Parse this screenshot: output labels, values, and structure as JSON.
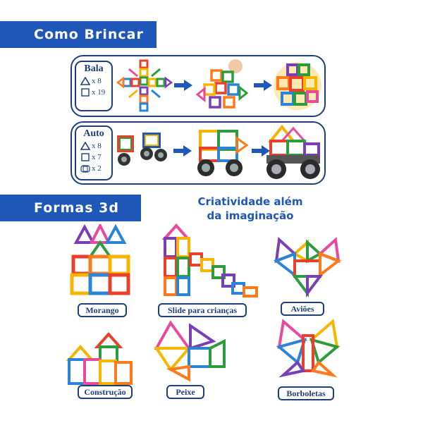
{
  "sections": {
    "how_to_play": "Como Brincar",
    "shapes_3d": "Formas 3d"
  },
  "tagline": {
    "line1": "Criatividade além",
    "line2": "da imaginação"
  },
  "recipes": [
    {
      "title": "Bala",
      "items": [
        {
          "shape": "triangle",
          "qty": "x 8"
        },
        {
          "shape": "square",
          "qty": "x 19"
        }
      ]
    },
    {
      "title": "Auto",
      "items": [
        {
          "shape": "triangle",
          "qty": "x 8"
        },
        {
          "shape": "square",
          "qty": "x 7"
        },
        {
          "shape": "wheel",
          "qty": "x 2"
        }
      ]
    }
  ],
  "models": [
    {
      "label": "Morango"
    },
    {
      "label": "Slide para crianças"
    },
    {
      "label": "Aviões"
    },
    {
      "label": "Construção"
    },
    {
      "label": "Peixe"
    },
    {
      "label": "Borboletas"
    }
  ],
  "colors": {
    "banner": "#1f57b8",
    "outline": "#1f3f7a",
    "arrow": "#1f57b8"
  }
}
